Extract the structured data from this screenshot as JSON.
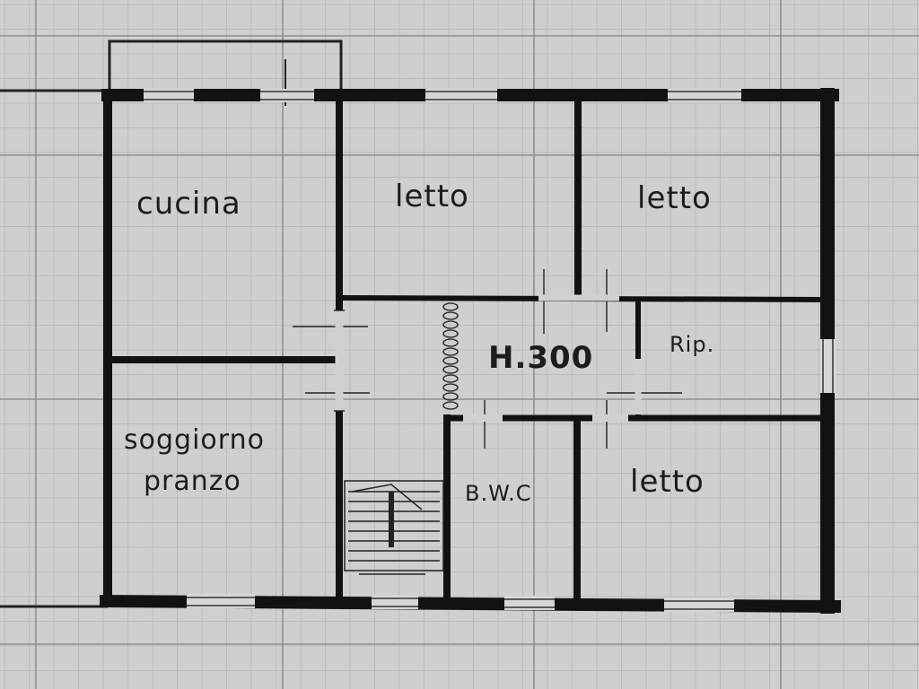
{
  "rooms": {
    "cucina": "cucina",
    "letto_1": "letto",
    "letto_2": "letto",
    "rip": "Rip.",
    "soggiorno": "soggiorno",
    "pranzo": "pranzo",
    "bagno": "B.W.C",
    "letto_3": "letto"
  },
  "ceiling_height": "H.300",
  "colors": {
    "paper": "#cfcfcf",
    "grid_fine": "#b9b9b9",
    "grid_major": "#8a8a8a",
    "wall": "#121212"
  }
}
